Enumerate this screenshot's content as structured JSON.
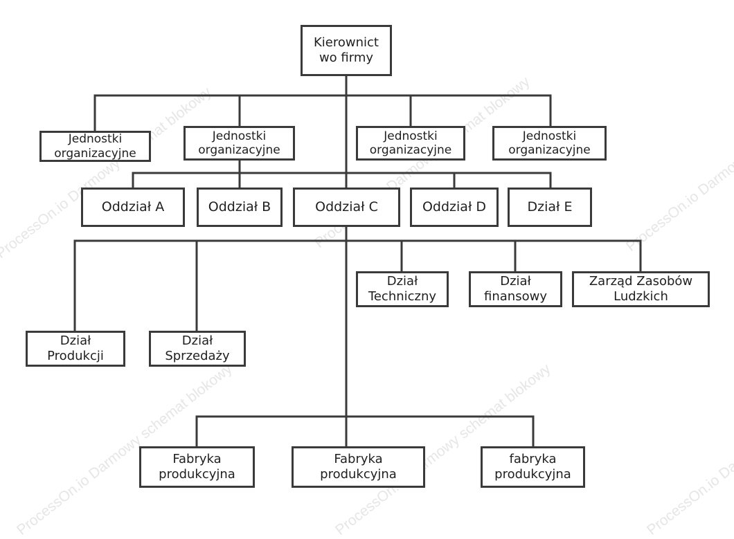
{
  "watermark": {
    "text": "ProcessOn.io Darmowy schemat blokowy"
  },
  "nodes": {
    "root": {
      "line1": "Kierownict",
      "line2": "wo firmy"
    },
    "ju1": {
      "line1": "Jednostki",
      "line2": "organizacyjne"
    },
    "ju2": {
      "line1": "Jednostki",
      "line2": "organizacyjne"
    },
    "ju3": {
      "line1": "Jednostki",
      "line2": "organizacyjne"
    },
    "ju4": {
      "line1": "Jednostki",
      "line2": "organizacyjne"
    },
    "oddzial_a": {
      "label": "Oddział A"
    },
    "oddzial_b": {
      "label": "Oddział B"
    },
    "oddzial_c": {
      "label": "Oddział C"
    },
    "oddzial_d": {
      "label": "Oddział D"
    },
    "dzial_e": {
      "label": "Dział E"
    },
    "dzial_techniczny": {
      "line1": "Dział",
      "line2": "Techniczny"
    },
    "dzial_finansowy": {
      "line1": "Dział",
      "line2": "finansowy"
    },
    "zarzad_zasobow": {
      "line1": "Zarząd Zasobów",
      "line2": "Ludzkich"
    },
    "dzial_produkcji": {
      "line1": "Dział",
      "line2": "Produkcji"
    },
    "dzial_sprzedazy": {
      "line1": "Dział",
      "line2": "Sprzedaży"
    },
    "fabryka1": {
      "line1": "Fabryka",
      "line2": "produkcyjna"
    },
    "fabryka2": {
      "line1": "Fabryka",
      "line2": "produkcyjna"
    },
    "fabryka3": {
      "line1": "fabryka",
      "line2": "produkcyjna"
    }
  }
}
